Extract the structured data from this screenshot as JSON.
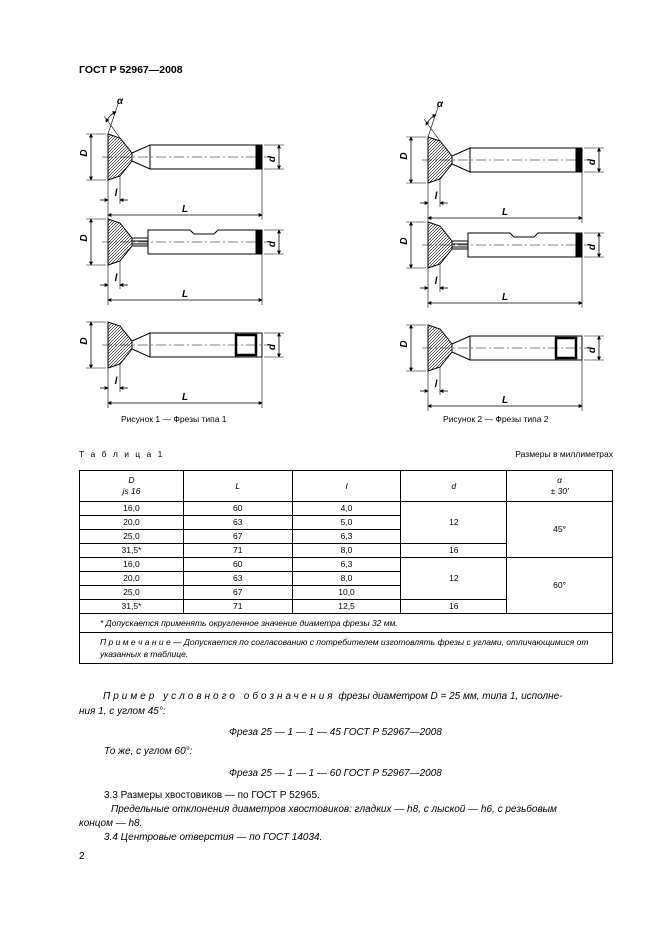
{
  "header": {
    "standard": "ГОСТ Р 52967—2008"
  },
  "figures": {
    "fig1_caption": "Рисунок 1 — Фрезы типа 1",
    "fig2_caption": "Рисунок 2 — Фрезы типа 2",
    "dim_labels": {
      "D": "D",
      "d": "d",
      "L": "L",
      "l": "l",
      "alpha": "α"
    }
  },
  "table": {
    "label": "Т а б л и ц а 1",
    "units": "Размеры в миллиметрах",
    "headers": {
      "D": "D",
      "D_tol": "js 16",
      "L": "L",
      "l": "l",
      "d": "d",
      "alpha": "α",
      "alpha_tol": "± 30'"
    },
    "rows": [
      {
        "D": "16,0",
        "L": "60",
        "l": "4,0"
      },
      {
        "D": "20,0",
        "L": "63",
        "l": "5,0"
      },
      {
        "D": "25,0",
        "L": "67",
        "l": "6,3"
      },
      {
        "D": "31,5*",
        "L": "71",
        "l": "8,0"
      },
      {
        "D": "16,0",
        "L": "60",
        "l": "6,3"
      },
      {
        "D": "20,0",
        "L": "63",
        "l": "8,0"
      },
      {
        "D": "25,0",
        "L": "67",
        "l": "10,0"
      },
      {
        "D": "31,5*",
        "L": "71",
        "l": "12,5"
      }
    ],
    "d_groups": [
      "12",
      "16",
      "12",
      "16"
    ],
    "alpha_groups": [
      "45°",
      "60°"
    ],
    "footnote": "* Допускается применять округленное значение диаметра фрезы 32 мм.",
    "note": "П р и м е ч а н и е — Допускается по согласованию с потребителем изготовлять фрезы с углами, отличающимися от указанных в таблице."
  },
  "body": {
    "example_lead": "Пример условного обозначения",
    "example_rest": " фрезы диаметром D = 25 мм, типа 1, исполне-",
    "example_cont": "ния 1, с углом 45°:",
    "designation1": "Фреза 25 — 1 — 1 — 45 ГОСТ Р 52967—2008",
    "same60": "То же, с углом 60°:",
    "designation2": "Фреза 25 — 1 — 1 — 60 ГОСТ Р 52967—2008",
    "s33": "3.3  Размеры хвостовиков — по ГОСТ Р 52965.",
    "s33b": "Предельные отклонения диаметров хвостовиков: гладких — h8, с лыской — h6, с резьбовым",
    "s33c": "концом — h8.",
    "s34": "3.4  Центровые отверстия — по ГОСТ 14034."
  },
  "page_number": "2"
}
